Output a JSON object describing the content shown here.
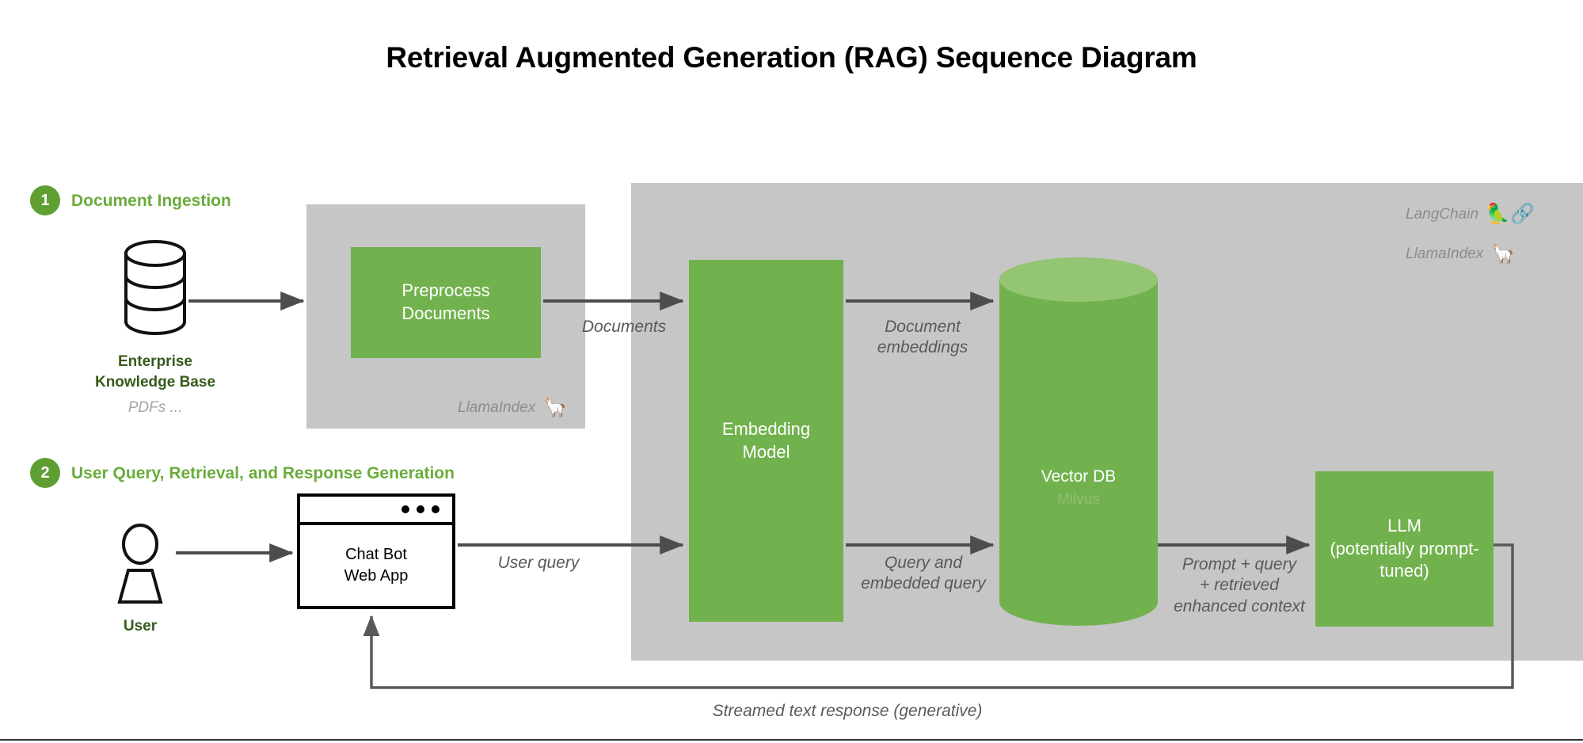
{
  "page": {
    "title": "Retrieval Augmented Generation (RAG) Sequence Diagram",
    "background": "#ffffff"
  },
  "colors": {
    "green_box": "#72b24e",
    "green_cylinder_top": "#93c573",
    "gray_panel": "#c6c6c6",
    "step_badge": "#5f9e32",
    "step_label": "#6aac3c",
    "caption_green": "#355b1b",
    "muted_gray": "#8c8c8c",
    "arrow_gray": "#5a5a5a"
  },
  "steps": [
    {
      "number": "1",
      "label": "Document Ingestion"
    },
    {
      "number": "2",
      "label": "User Query, Retrieval, and Response Generation"
    }
  ],
  "actors": {
    "knowledge_base": {
      "icon": "database-cylinder-icon",
      "caption": "Enterprise\nKnowledge Base",
      "caption_line1": "Enterprise",
      "caption_line2": "Knowledge Base",
      "sub": "PDFs ..."
    },
    "user": {
      "icon": "user-person-icon",
      "caption": "User"
    },
    "chatbot": {
      "title_line1": "Chat Bot",
      "title_line2": "Web App",
      "window_dots": 3
    }
  },
  "nodes": {
    "preprocess": {
      "line1": "Preprocess",
      "line2": "Documents"
    },
    "embedding_model": {
      "line1": "Embedding",
      "line2": "Model"
    },
    "vector_db": {
      "title": "Vector DB",
      "sub": "Milvus"
    },
    "llm": {
      "line1": "LLM",
      "line2": "(potentially prompt-",
      "line3": "tuned)"
    }
  },
  "flow_labels": {
    "documents": "Documents",
    "document_embeddings_line1": "Document",
    "document_embeddings_line2": "embeddings",
    "user_query": "User query",
    "query_embedded_line1": "Query and",
    "query_embedded_line2": "embedded query",
    "prompt_line1": "Prompt + query",
    "prompt_line2": "+ retrieved",
    "prompt_line3": "enhanced context",
    "streamed_response": "Streamed text response (generative)"
  },
  "brands": [
    {
      "name": "LlamaIndex",
      "emoji": "🦙",
      "placement": "ingestion-panel"
    },
    {
      "name": "LangChain",
      "emoji": "🦜🔗",
      "placement": "main-panel"
    },
    {
      "name": "LlamaIndex",
      "emoji": "🦙",
      "placement": "main-panel"
    }
  ]
}
